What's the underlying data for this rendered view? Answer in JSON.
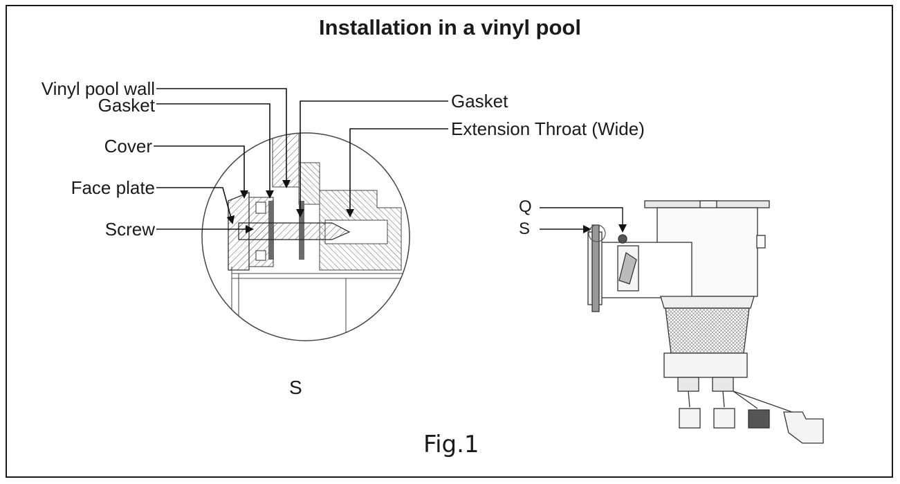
{
  "title": "Installation in a vinyl pool",
  "callouts": {
    "vinyl_pool_wall": "Vinyl pool wall",
    "gasket_left": "Gasket",
    "cover": "Cover",
    "face_plate": "Face plate",
    "screw": "Screw",
    "gasket_right": "Gasket",
    "extension_throat": "Extension Throat (Wide)"
  },
  "detail_label": "S",
  "skimmer_labels": {
    "q": "Q",
    "s": "S"
  },
  "figure_caption": "Fig.1"
}
